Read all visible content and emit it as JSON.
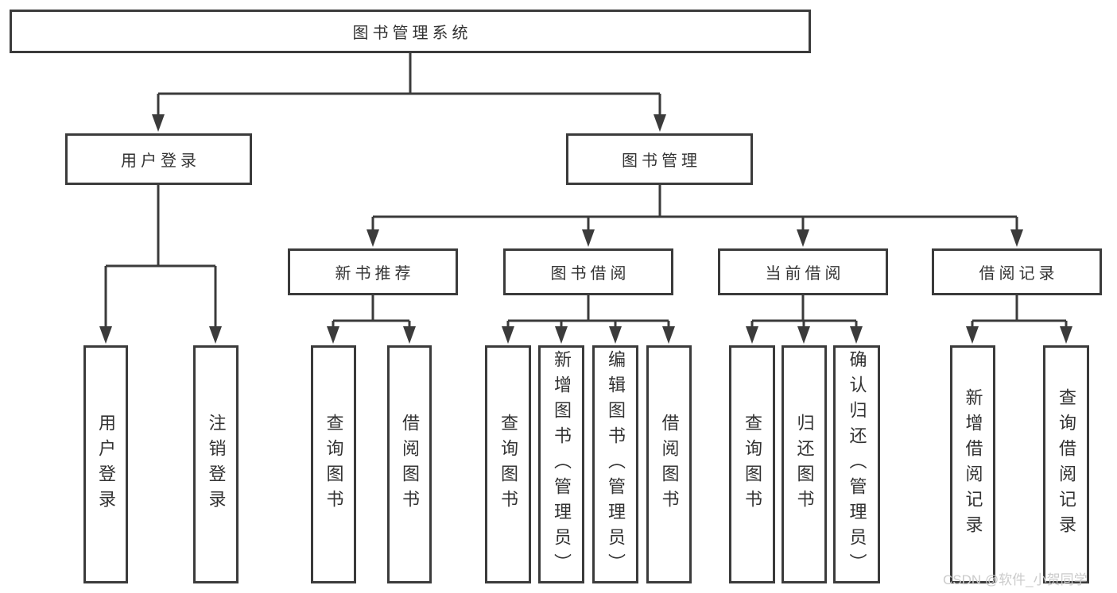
{
  "diagram_type": "functional-structure-tree",
  "colors": {
    "line": "#3b3b3b",
    "text": "#333333",
    "watermark": "#cbcbcb",
    "background": "#ffffff"
  },
  "watermark": {
    "text": "CSDN @软件_小贺同学"
  },
  "tree": {
    "label": "图书管理系统",
    "children": [
      {
        "label": "用户登录",
        "children": [
          {
            "label": "用户登录"
          },
          {
            "label": "注销登录"
          }
        ]
      },
      {
        "label": "图书管理",
        "children": [
          {
            "label": "新书推荐",
            "children": [
              {
                "label": "查询图书"
              },
              {
                "label": "借阅图书"
              }
            ]
          },
          {
            "label": "图书借阅",
            "children": [
              {
                "label": "查询图书"
              },
              {
                "label": "新增图书（管理员）"
              },
              {
                "label": "编辑图书（管理员）"
              },
              {
                "label": "借阅图书"
              }
            ]
          },
          {
            "label": "当前借阅",
            "children": [
              {
                "label": "查询图书"
              },
              {
                "label": "归还图书"
              },
              {
                "label": "确认归还（管理员）"
              }
            ]
          },
          {
            "label": "借阅记录",
            "children": [
              {
                "label": "新增借阅记录"
              },
              {
                "label": "查询借阅记录"
              }
            ]
          }
        ]
      }
    ]
  }
}
